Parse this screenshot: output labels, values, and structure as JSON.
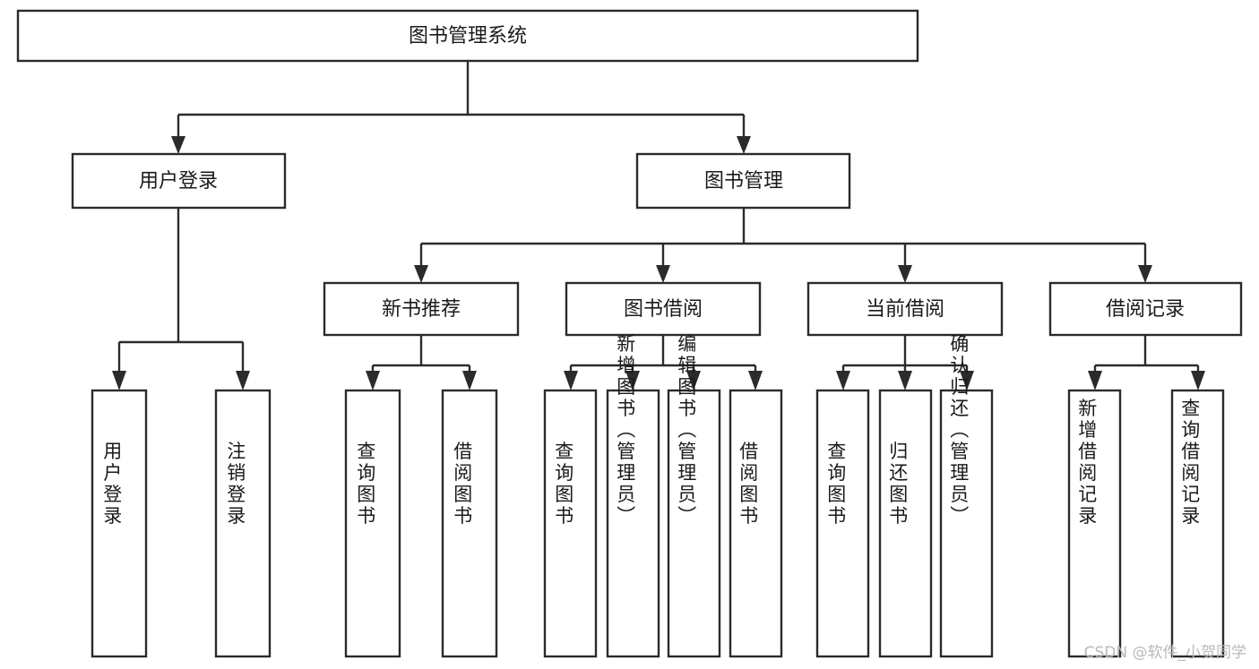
{
  "diagram": {
    "type": "tree",
    "title_node": {
      "id": "root",
      "label": "图书管理系统"
    },
    "levels": [
      {
        "level": 1,
        "nodes": [
          {
            "id": "root",
            "label": "图书管理系统",
            "orientation": "horizontal"
          }
        ]
      },
      {
        "level": 2,
        "nodes": [
          {
            "id": "user-login",
            "label": "用户登录",
            "orientation": "horizontal",
            "parent": "root"
          },
          {
            "id": "book-manage",
            "label": "图书管理",
            "orientation": "horizontal",
            "parent": "root"
          }
        ]
      },
      {
        "level": 3,
        "nodes": [
          {
            "id": "new-book-rec",
            "label": "新书推荐",
            "orientation": "horizontal",
            "parent": "book-manage"
          },
          {
            "id": "book-borrow",
            "label": "图书借阅",
            "orientation": "horizontal",
            "parent": "book-manage"
          },
          {
            "id": "current-borrow",
            "label": "当前借阅",
            "orientation": "horizontal",
            "parent": "book-manage"
          },
          {
            "id": "borrow-record",
            "label": "借阅记录",
            "orientation": "horizontal",
            "parent": "book-manage"
          }
        ]
      },
      {
        "level": 4,
        "nodes": [
          {
            "id": "leaf-user-login",
            "label": "用户登录",
            "orientation": "vertical",
            "parent": "user-login"
          },
          {
            "id": "leaf-logout",
            "label": "注销登录",
            "orientation": "vertical",
            "parent": "user-login"
          },
          {
            "id": "leaf-query-book-1",
            "label": "查询图书",
            "orientation": "vertical",
            "parent": "new-book-rec"
          },
          {
            "id": "leaf-borrow-book-1",
            "label": "借阅图书",
            "orientation": "vertical",
            "parent": "new-book-rec"
          },
          {
            "id": "leaf-query-book-2",
            "label": "查询图书",
            "orientation": "vertical",
            "parent": "book-borrow"
          },
          {
            "id": "leaf-add-book",
            "label": "新增图书（管理员）",
            "orientation": "vertical",
            "parent": "book-borrow"
          },
          {
            "id": "leaf-edit-book",
            "label": "编辑图书（管理员）",
            "orientation": "vertical",
            "parent": "book-borrow"
          },
          {
            "id": "leaf-borrow-book-2",
            "label": "借阅图书",
            "orientation": "vertical",
            "parent": "book-borrow"
          },
          {
            "id": "leaf-query-book-3",
            "label": "查询图书",
            "orientation": "vertical",
            "parent": "current-borrow"
          },
          {
            "id": "leaf-return-book",
            "label": "归还图书",
            "orientation": "vertical",
            "parent": "current-borrow"
          },
          {
            "id": "leaf-confirm-return",
            "label": "确认归还（管理员）",
            "orientation": "vertical",
            "parent": "current-borrow"
          },
          {
            "id": "leaf-add-record",
            "label": "新增借阅记录",
            "orientation": "vertical",
            "parent": "borrow-record"
          },
          {
            "id": "leaf-query-record",
            "label": "查询借阅记录",
            "orientation": "vertical",
            "parent": "borrow-record"
          }
        ]
      }
    ],
    "colors": {
      "stroke": "#2b2b2b",
      "fill": "#ffffff",
      "text": "#1a1a1a",
      "background": "#ffffff",
      "watermark": "#b9b9b9"
    }
  },
  "watermark": {
    "text": "CSDN @软件_小贺同学"
  }
}
